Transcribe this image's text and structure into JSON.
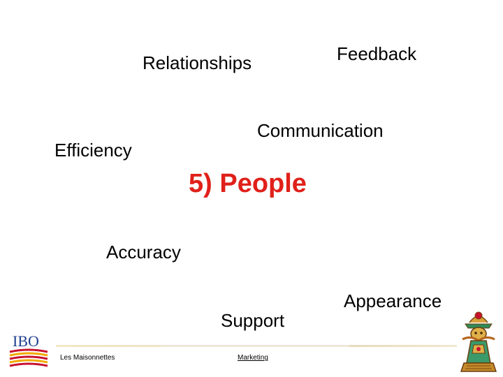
{
  "slide": {
    "words": {
      "relationships": "Relationships",
      "feedback": "Feedback",
      "communication": "Communication",
      "efficiency": "Efficiency",
      "accuracy": "Accuracy",
      "support": "Support",
      "appearance": "Appearance"
    },
    "title": "5) People",
    "title_color": "#e0201a"
  },
  "footer": {
    "logo_text": "IBO",
    "left_text": "Les Maisonnettes",
    "center_link": "Marketing"
  },
  "icons": {
    "logo": "ibo-logo-icon",
    "ornament": "decorative-ornament-icon"
  }
}
